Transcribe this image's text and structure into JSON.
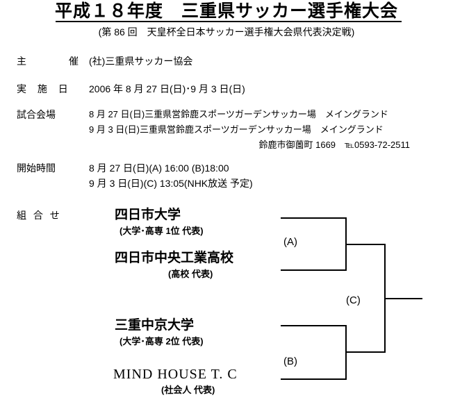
{
  "document": {
    "title_main": "平成１８年度　三重県サッカー選手権大会",
    "title_sub": "(第 86 回　天皇杯全日本サッカー選手権大会県代表決定戦)"
  },
  "info_rows": [
    {
      "label": "主　　催",
      "values": [
        "(社)三重県サッカー協会"
      ]
    },
    {
      "label": "実 施 日",
      "values": [
        "2006 年 8 月 27 日(日)･9 月 3 日(日)"
      ]
    },
    {
      "label": "試合会場",
      "values": [
        "8 月 27 日(日)三重県営鈴鹿スポーツガーデンサッカー場　メイングランド",
        "9 月  3 日(日)三重県営鈴鹿スポーツガーデンサッカー場　メイングランド"
      ],
      "address": "鈴鹿市御薗町 1669　℡0593-72-2511"
    },
    {
      "label": "開始時間",
      "values": [
        "8 月 27 日(日)(A)  16:00  (B)18:00",
        "9 月  3 日(日)(C)  13:05(NHK放送  予定)"
      ]
    },
    {
      "label": "組 合 せ",
      "values": []
    }
  ],
  "bracket": {
    "teams": [
      {
        "name": "四日市大学",
        "qualifier": "(大学･高専 1位  代表)"
      },
      {
        "name": "四日市中央工業高校",
        "qualifier": "(高校  代表)"
      },
      {
        "name": "三重中京大学",
        "qualifier": "(大学･高専 2位  代表)"
      },
      {
        "name": "MIND  HOUSE  T. C",
        "qualifier": "(社会人  代表)"
      }
    ],
    "matches": [
      {
        "id": "(A)"
      },
      {
        "id": "(B)"
      },
      {
        "id": "(C)"
      }
    ]
  },
  "colors": {
    "ink": "#000000",
    "paper": "#ffffff"
  }
}
